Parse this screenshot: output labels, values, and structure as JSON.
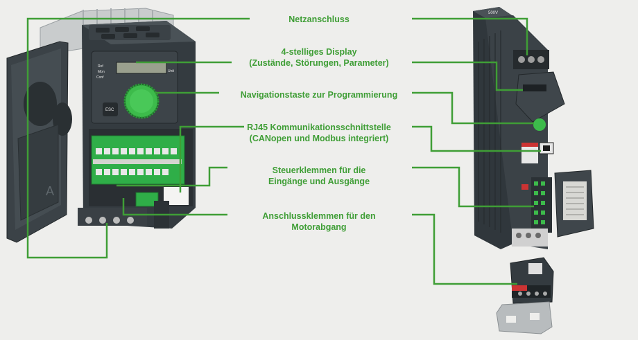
{
  "labels": [
    {
      "id": "netzanschluss",
      "lines": [
        "Netzanschluss"
      ]
    },
    {
      "id": "display",
      "lines": [
        "4-stelliges Display",
        "(Zustände, Störungen, Parameter)"
      ]
    },
    {
      "id": "navigationstaste",
      "lines": [
        "Navigationstaste zur Programmierung"
      ]
    },
    {
      "id": "rj45",
      "lines": [
        "RJ45 Kommunikationsschnittstelle",
        "(CANopen und Modbus integriert)"
      ]
    },
    {
      "id": "steuerklemmen",
      "lines": [
        "Steuerklemmen für die",
        "Eingänge und Ausgänge"
      ]
    },
    {
      "id": "anschlussklemmen",
      "lines": [
        "Anschlussklemmen für den",
        "Motorabgang"
      ]
    }
  ],
  "device_text": {
    "ref": "Ref",
    "mon": "Mon",
    "conf": "Conf",
    "esc": "ESC",
    "unit": "Unit",
    "voltage": "500V",
    "panel_letter": "A"
  },
  "colors": {
    "callout_line": "#3f9e36",
    "label_text": "#3f9e36",
    "device_body": "#2e353a",
    "knob": "#3dbb4b",
    "terminal_block": "#2fae48",
    "background": "#eeeeec"
  }
}
